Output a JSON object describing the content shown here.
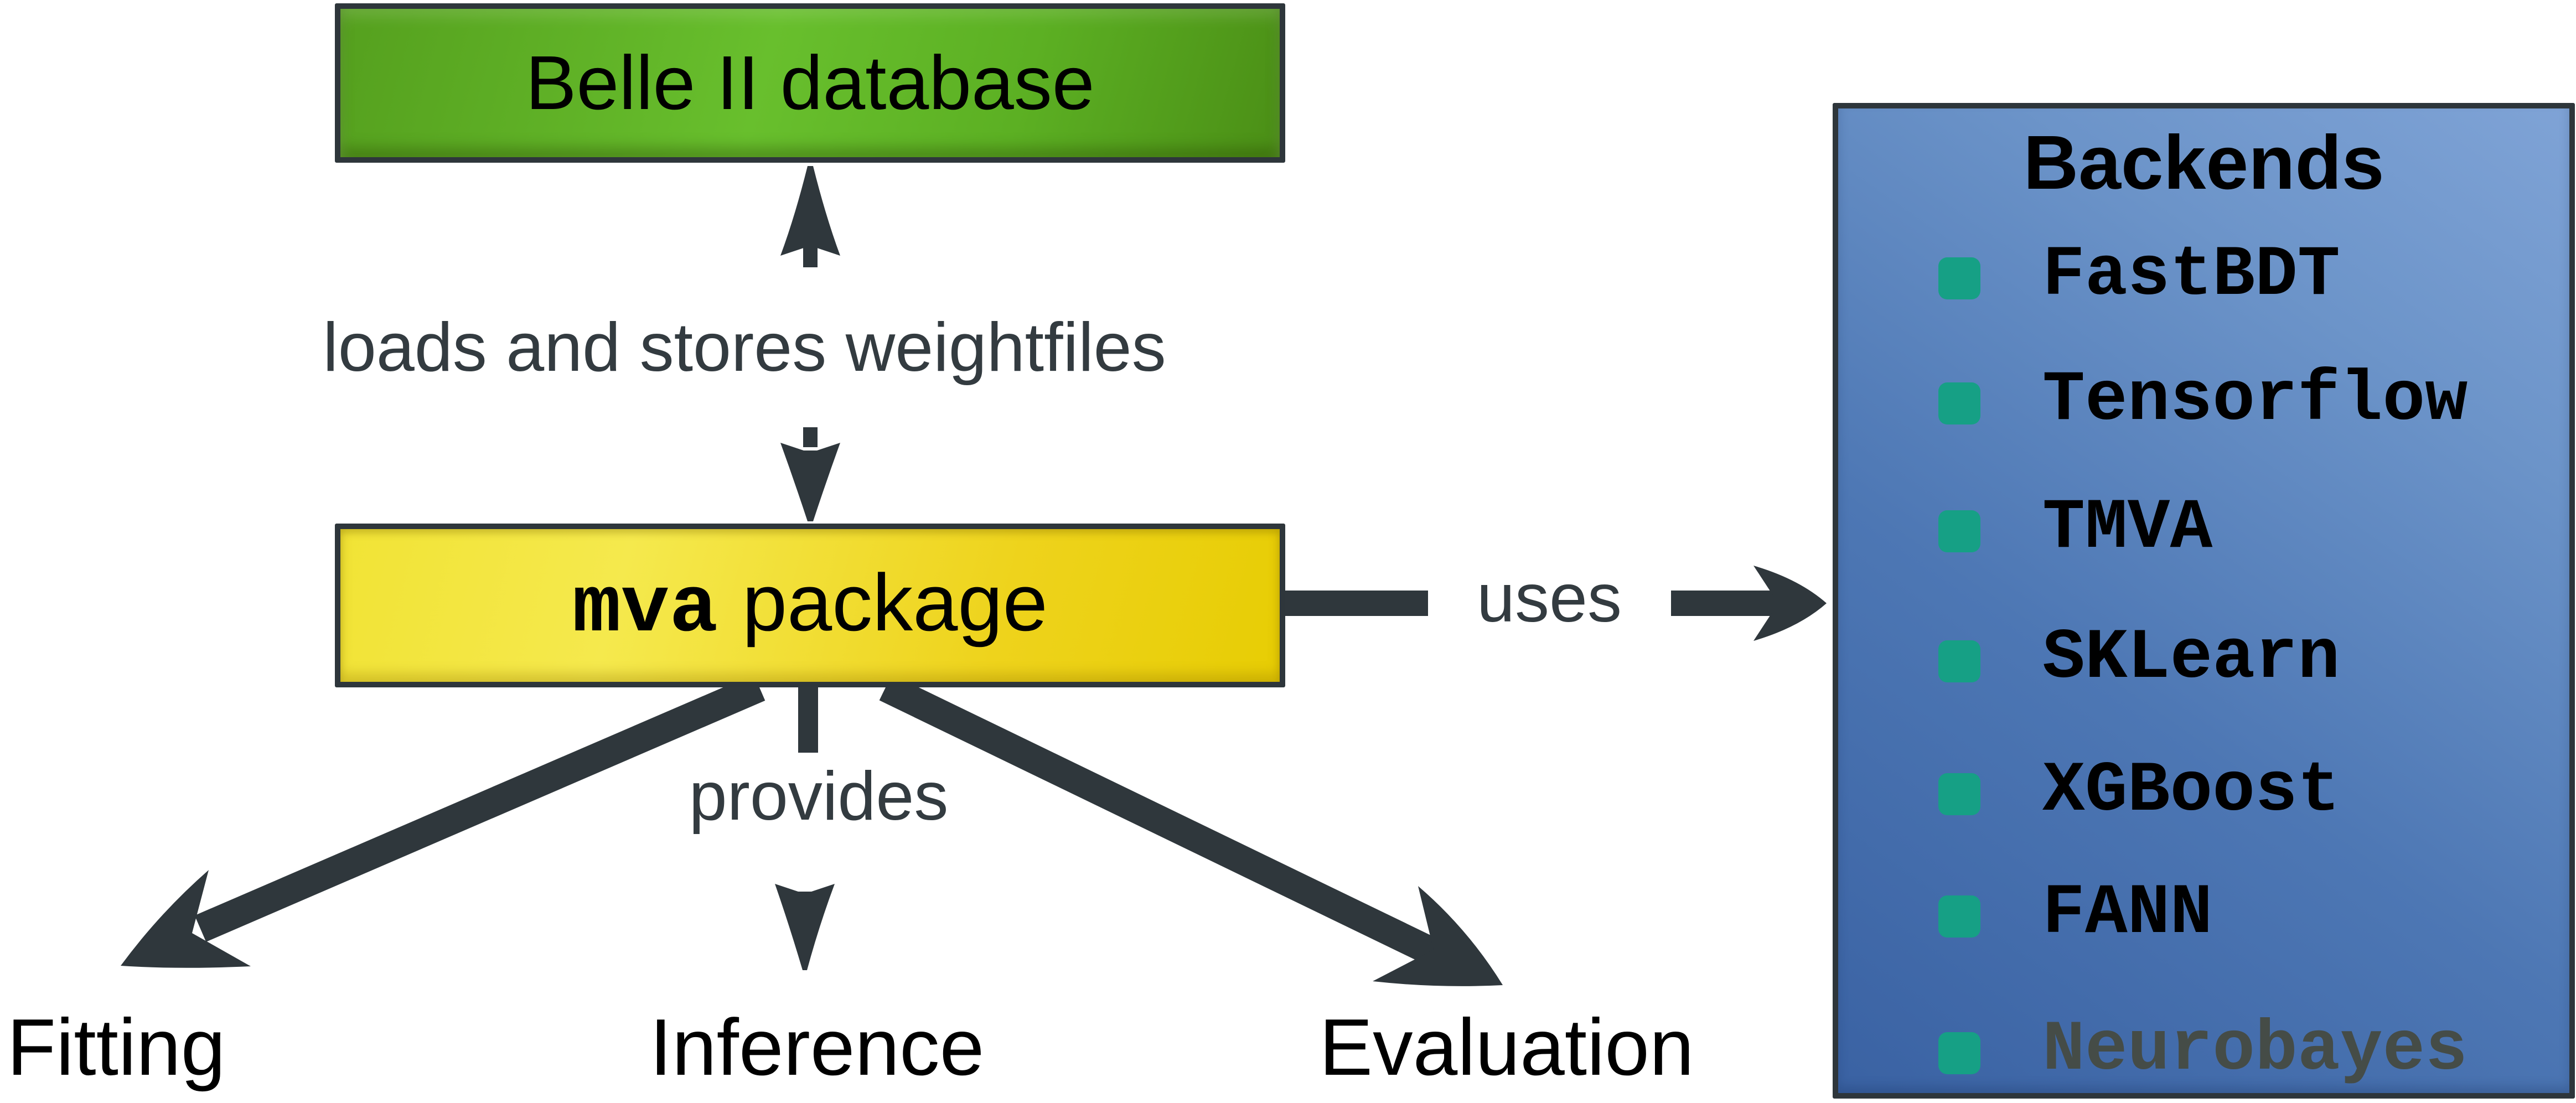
{
  "nodes": {
    "database": {
      "label": "Belle II database"
    },
    "mva": {
      "label_mono": "mva",
      "label_sans": "package"
    },
    "backends": {
      "title": "Backends",
      "items": [
        {
          "label": "FastBDT",
          "enabled": true
        },
        {
          "label": "Tensorflow",
          "enabled": true
        },
        {
          "label": "TMVA",
          "enabled": true
        },
        {
          "label": "SKLearn",
          "enabled": true
        },
        {
          "label": "XGBoost",
          "enabled": true
        },
        {
          "label": "FANN",
          "enabled": true
        },
        {
          "label": "Neurobayes",
          "enabled": false
        }
      ]
    }
  },
  "edges": {
    "db_mva_label": "loads and stores weightfiles",
    "provides_label": "provides",
    "uses_label": "uses"
  },
  "outputs": [
    {
      "label": "Fitting"
    },
    {
      "label": "Inference"
    },
    {
      "label": "Evaluation"
    }
  ],
  "colors": {
    "arrow": "#2f373c",
    "box_border": "#2e363b",
    "green_box_top": "#68bf2d",
    "green_box_bottom": "#4b8f16",
    "yellow_box_top": "#f5e94d",
    "yellow_box_bottom": "#e7cd04",
    "blue_box_dark": "#3a62a3",
    "blue_box_light": "#7fa3d6",
    "bullet": "#16a085",
    "disabled_text": "#454c47",
    "annotation_text": "#333b40"
  }
}
